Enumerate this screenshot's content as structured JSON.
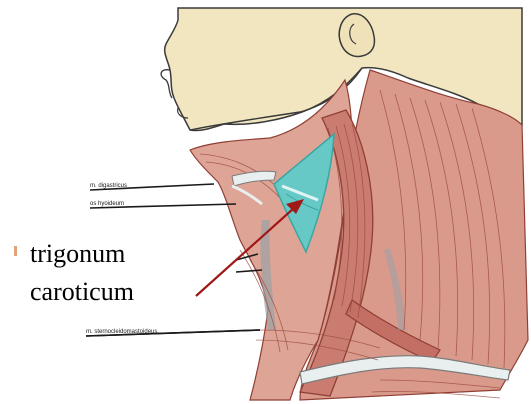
{
  "diagram": {
    "main_label_line1": "trigonum",
    "main_label_line2": "caroticum",
    "leader_labels": [
      "m. digastricus",
      "os hyoideum",
      "m. sternocleidomastoideus"
    ],
    "colors": {
      "skin": "#f1e6c0",
      "skin_outline": "#3a3a3a",
      "muscle": "#d99a8c",
      "muscle_dark": "#b9645a",
      "muscle_fiber": "#8f3f36",
      "tendon": "#e9efee",
      "triangle": "#66c9c6",
      "triangle_dark": "#3aa6a4",
      "arrow": "#a01818",
      "bullet": "#e0a37a"
    }
  }
}
